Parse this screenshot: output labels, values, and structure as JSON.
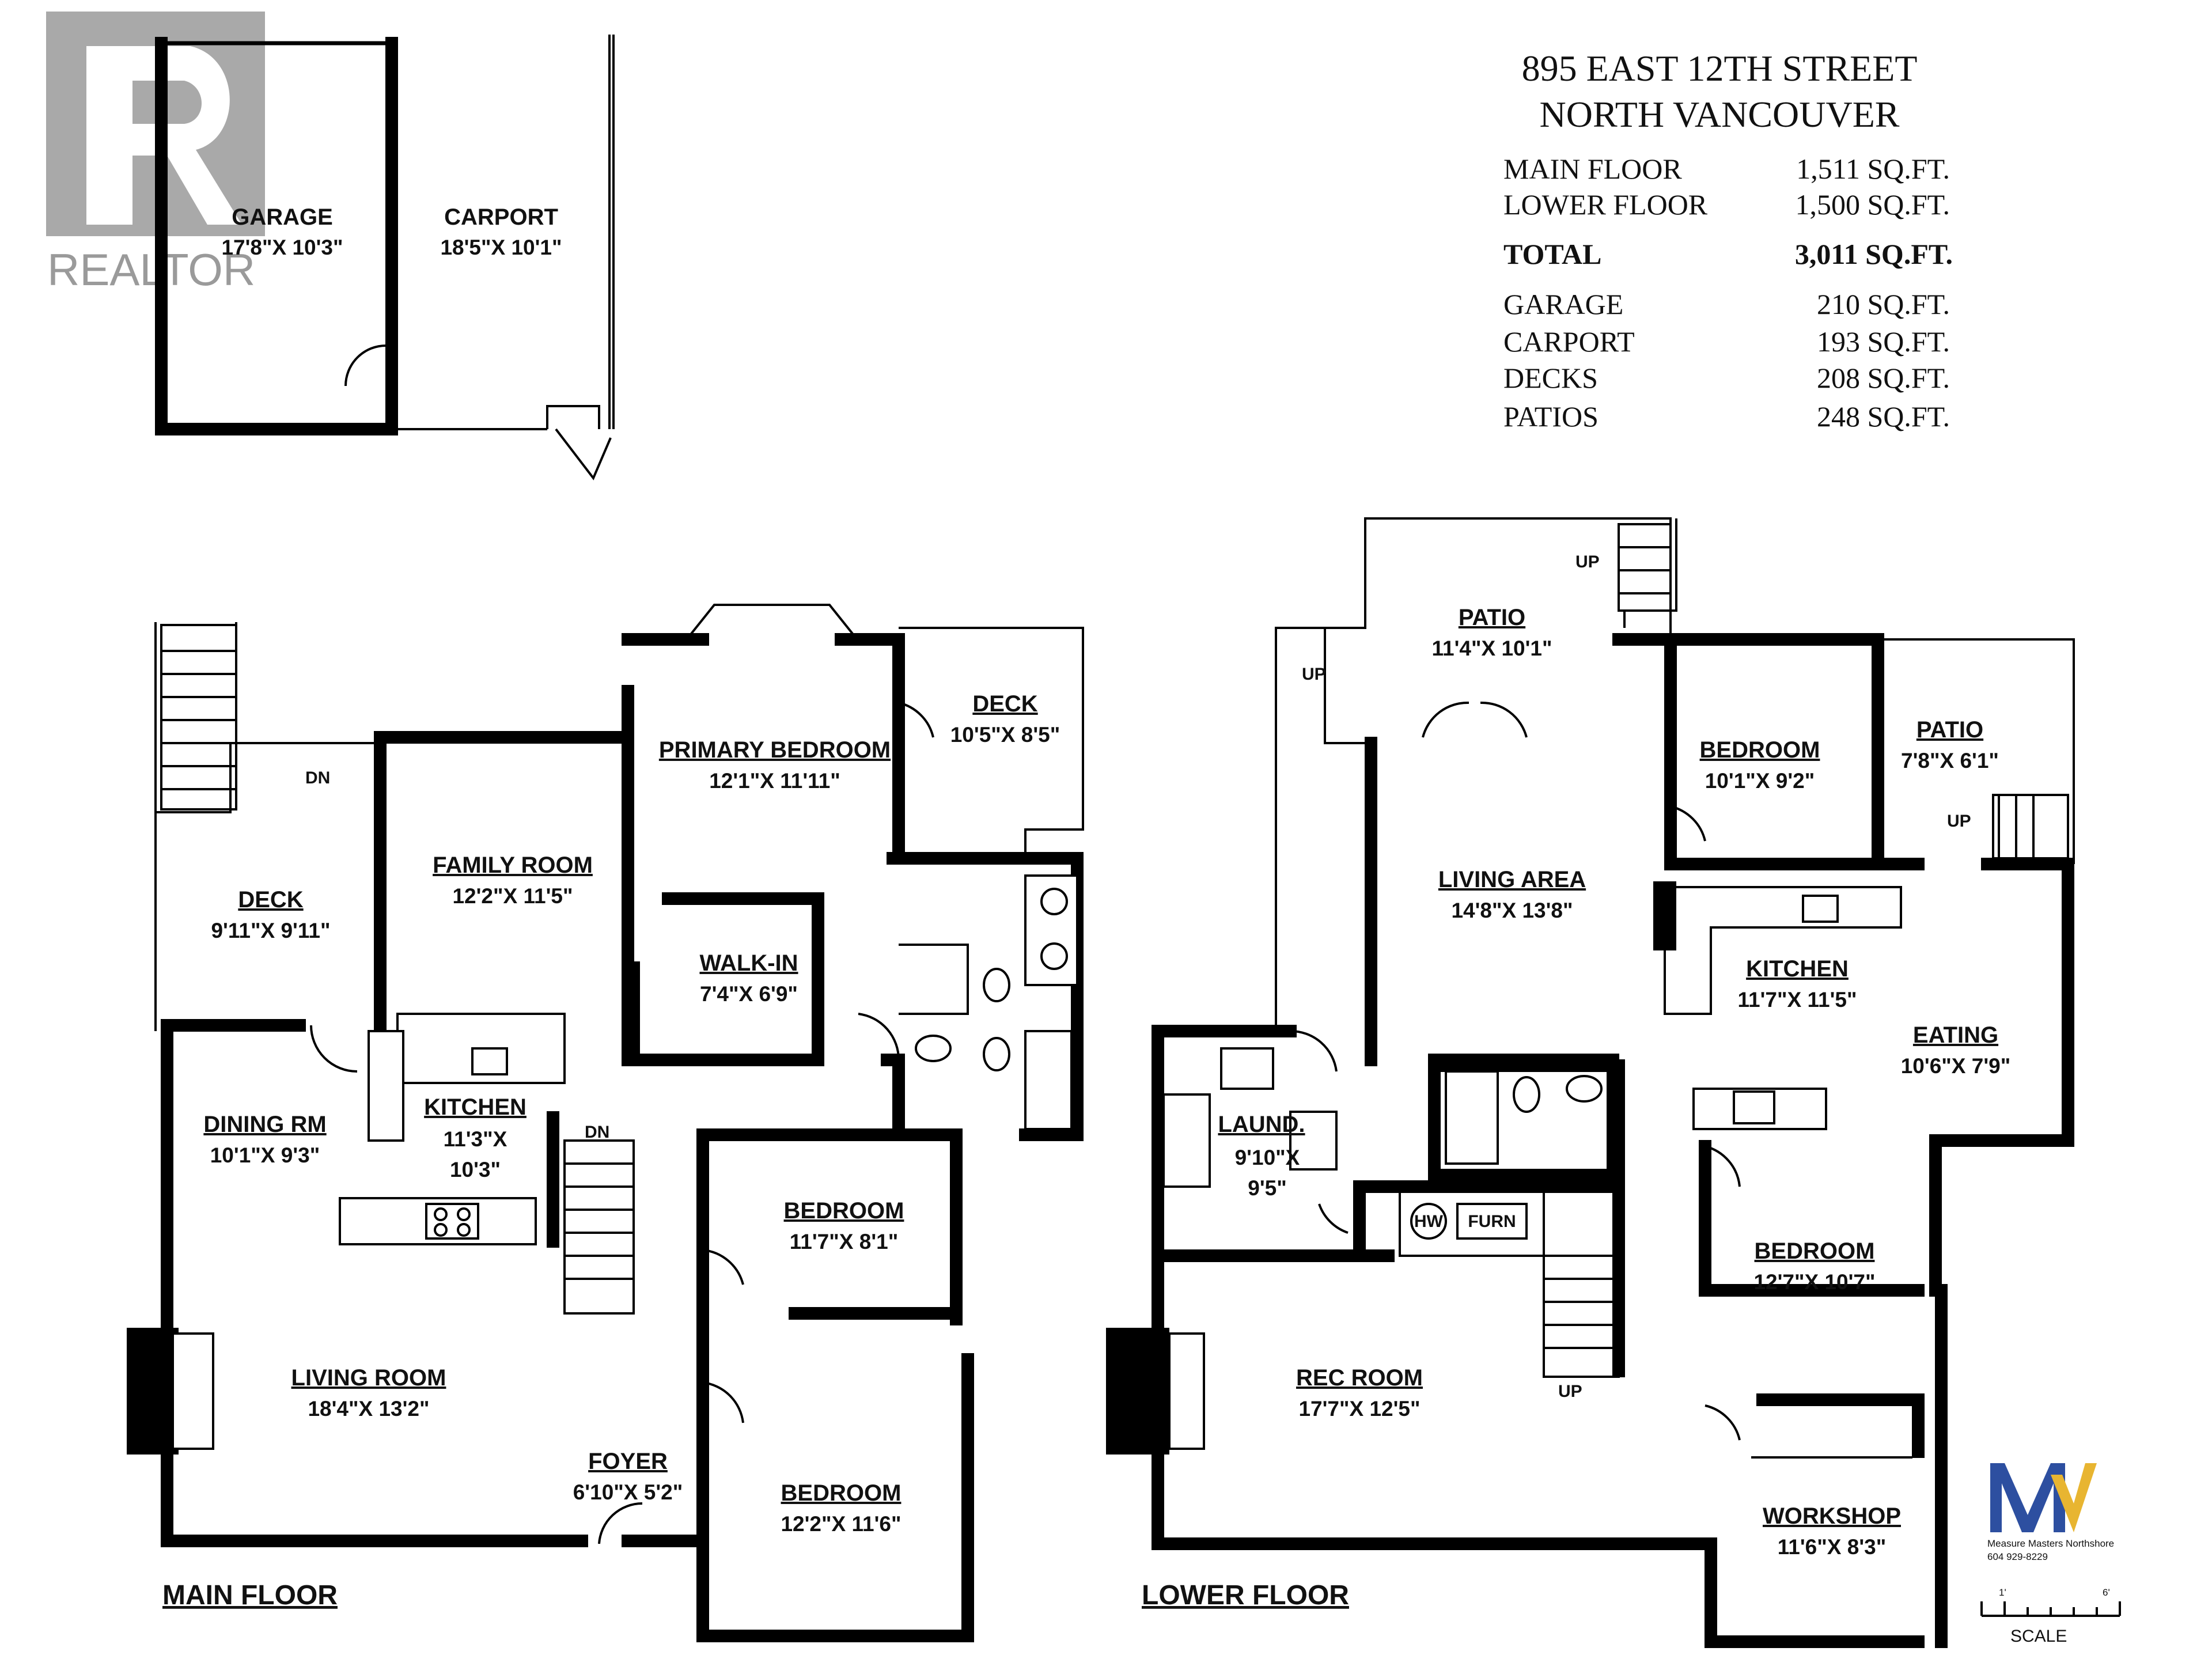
{
  "header": {
    "address_line1": "895 EAST 12TH STREET",
    "address_line2": "NORTH VANCOUVER"
  },
  "areas": [
    {
      "label": "MAIN FLOOR",
      "value": "1,511 SQ.FT."
    },
    {
      "label": "LOWER FLOOR",
      "value": "1,500 SQ.FT."
    },
    {
      "label": "TOTAL",
      "value": "3,011 SQ.FT.",
      "bold": true
    },
    {
      "label": "GARAGE",
      "value": "210 SQ.FT."
    },
    {
      "label": "CARPORT",
      "value": "193 SQ.FT."
    },
    {
      "label": "DECKS",
      "value": "208 SQ.FT."
    },
    {
      "label": "PATIOS",
      "value": "248 SQ.FT."
    }
  ],
  "logo": {
    "text": "REALTOR"
  },
  "outbuilding": {
    "garage": {
      "name": "GARAGE",
      "dims": "17'8\"X 10'3\""
    },
    "carport": {
      "name": "CARPORT",
      "dims": "18'5\"X 10'1\""
    }
  },
  "main_floor": {
    "title": "MAIN FLOOR",
    "rooms": [
      {
        "name": "DECK",
        "dims": "9'11\"X 9'11\""
      },
      {
        "name": "FAMILY ROOM",
        "dims": "12'2\"X 11'5\""
      },
      {
        "name": "PRIMARY BEDROOM",
        "dims": "12'1\"X 11'11\""
      },
      {
        "name": "DECK",
        "dims": "10'5\"X 8'5\""
      },
      {
        "name": "WALK-IN",
        "dims": "7'4\"X 6'9\""
      },
      {
        "name": "DINING RM",
        "dims": "10'1\"X 9'3\""
      },
      {
        "name": "KITCHEN",
        "dims": "11'3\"X",
        "dims2": "10'3\""
      },
      {
        "name": "BEDROOM",
        "dims": "11'7\"X 8'1\""
      },
      {
        "name": "LIVING ROOM",
        "dims": "18'4\"X 13'2\""
      },
      {
        "name": "FOYER",
        "dims": "6'10\"X 5'2\""
      },
      {
        "name": "BEDROOM",
        "dims": "12'2\"X 11'6\""
      }
    ],
    "labels": {
      "dn1": "DN",
      "dn2": "DN"
    }
  },
  "lower_floor": {
    "title": "LOWER FLOOR",
    "rooms": [
      {
        "name": "PATIO",
        "dims": "11'4\"X 10'1\""
      },
      {
        "name": "BEDROOM",
        "dims": "10'1\"X 9'2\""
      },
      {
        "name": "PATIO",
        "dims": "7'8\"X 6'1\""
      },
      {
        "name": "LIVING AREA",
        "dims": "14'8\"X 13'8\""
      },
      {
        "name": "KITCHEN",
        "dims": "11'7\"X 11'5\""
      },
      {
        "name": "EATING",
        "dims": "10'6\"X 7'9\""
      },
      {
        "name": "LAUND.",
        "dims": "9'10\"X",
        "dims2": "9'5\""
      },
      {
        "name": "BEDROOM",
        "dims": "12'7\"X 10'7\""
      },
      {
        "name": "REC ROOM",
        "dims": "17'7\"X 12'5\""
      },
      {
        "name": "WORKSHOP",
        "dims": "11'6\"X 8'3\""
      }
    ],
    "labels": {
      "up1": "UP",
      "up2": "UP",
      "up3": "UP",
      "up4": "UP",
      "hw": "HW",
      "furn": "FURN"
    }
  },
  "measure_masters": {
    "name": "Measure Masters Northshore",
    "phone": "604 929-8229"
  },
  "scale": {
    "label": "SCALE",
    "tick1": "1'",
    "tick2": "6'"
  }
}
